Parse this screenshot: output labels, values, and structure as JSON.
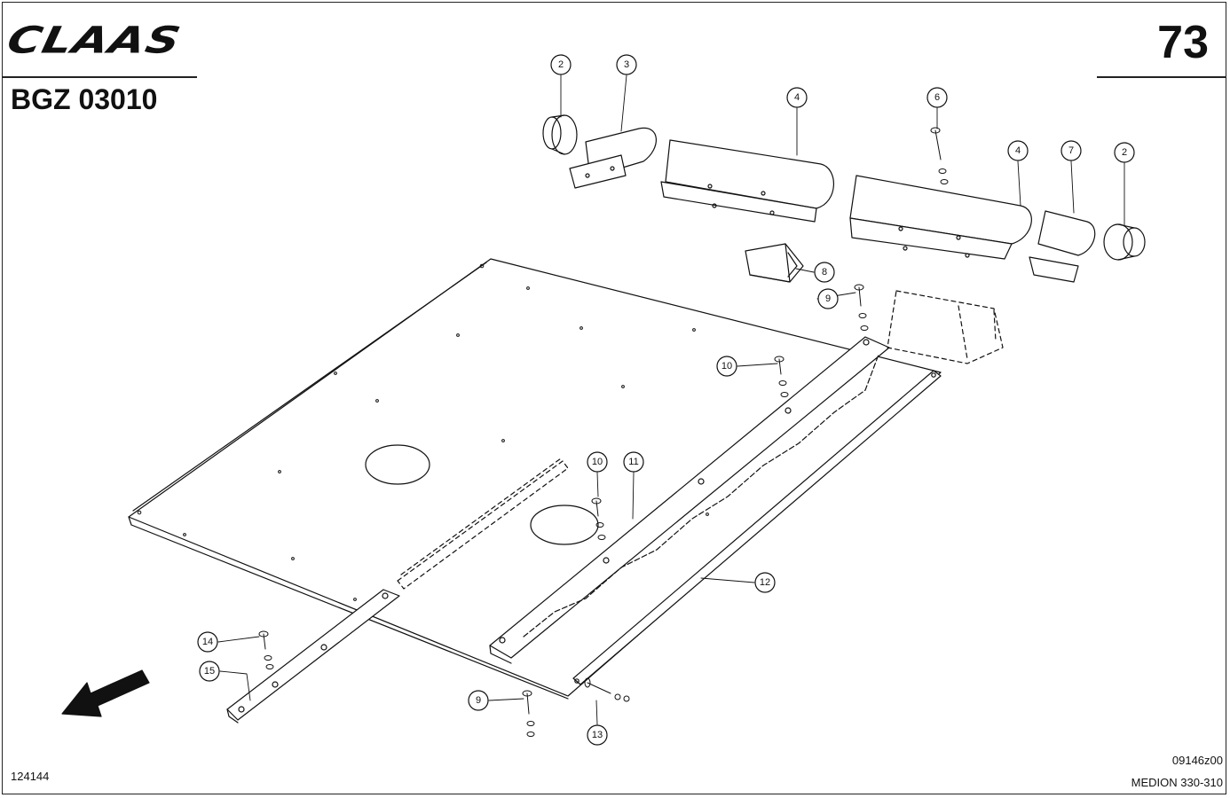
{
  "header": {
    "brand": "CLAAS",
    "page_number": "73",
    "document_code": "BGZ 03010"
  },
  "footer": {
    "image_id": "124144",
    "drawing_id": "09146z00",
    "model": "MEDION 330-310"
  },
  "callouts": [
    "2",
    "3",
    "4",
    "6",
    "4",
    "7",
    "2",
    "8",
    "9",
    "10",
    "10",
    "11",
    "12",
    "14",
    "15",
    "9",
    "13"
  ],
  "colors": {
    "line": "#111111",
    "background": "#ffffff"
  },
  "icons": [
    "direction-arrow-icon"
  ]
}
